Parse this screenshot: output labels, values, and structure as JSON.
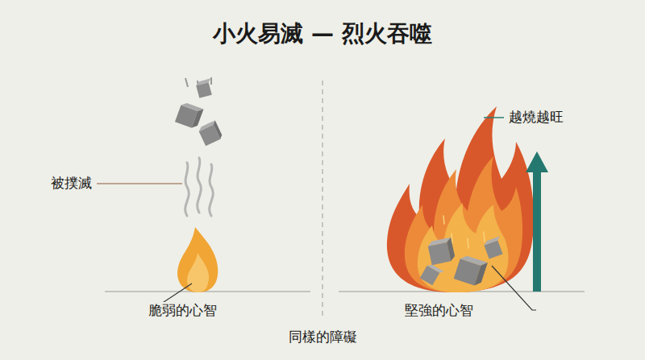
{
  "diagram": {
    "title": "小火易滅 — 烈火吞噬",
    "labels": [
      "被撲滅",
      "脆弱的心智",
      "越燒越旺",
      "堅強的心智",
      "同樣的障礙"
    ]
  }
}
